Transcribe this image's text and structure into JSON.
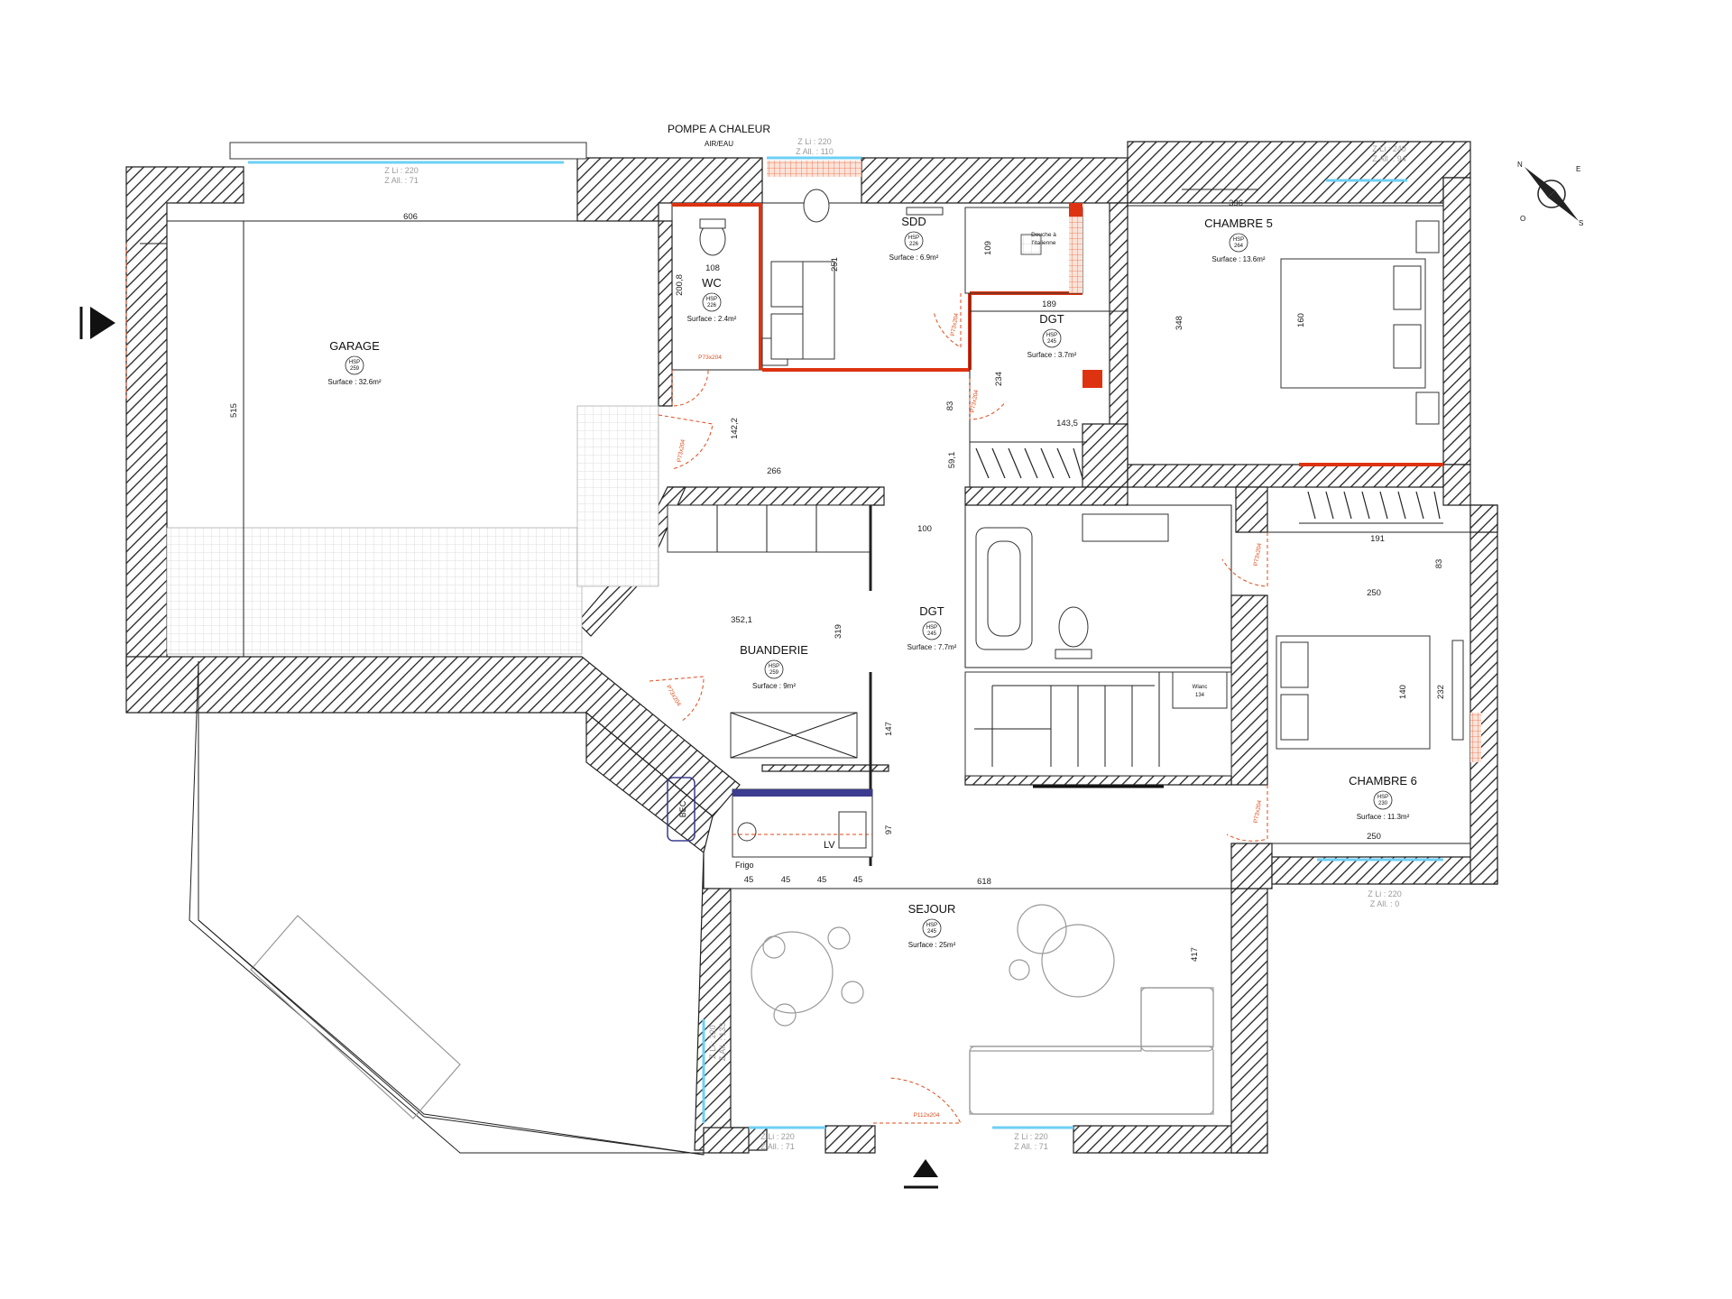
{
  "plan": {
    "top_labels": {
      "heat_pump": "POMPE A CHALEUR",
      "heat_pump_sub": "AIR/EAU"
    },
    "rooms": [
      {
        "key": "garage",
        "name": "GARAGE",
        "hsp": "HSP\n259",
        "surface": "Surface : 32.6m²"
      },
      {
        "key": "wc",
        "name": "WC",
        "hsp": "HSP\n226",
        "surface": "Surface : 2.4m²"
      },
      {
        "key": "sdd",
        "name": "SDD",
        "hsp": "HSP\n226",
        "surface": "Surface : 6.9m²"
      },
      {
        "key": "dgt1",
        "name": "DGT",
        "hsp": "HSP\n245",
        "surface": "Surface : 3.7m²"
      },
      {
        "key": "chambre5",
        "name": "CHAMBRE 5",
        "hsp": "HSP\n264",
        "surface": "Surface : 13.6m²"
      },
      {
        "key": "dgt2",
        "name": "DGT",
        "hsp": "HSP\n245",
        "surface": "Surface : 7.7m²"
      },
      {
        "key": "buanderie",
        "name": "BUANDERIE",
        "hsp": "HSP\n259",
        "surface": "Surface : 9m²"
      },
      {
        "key": "chambre6",
        "name": "CHAMBRE 6",
        "hsp": "HSP\n230",
        "surface": "Surface : 11.3m²"
      },
      {
        "key": "sejour",
        "name": "SEJOUR",
        "hsp": "HSP\n245",
        "surface": "Surface : 25m²"
      }
    ],
    "hsp_prefix": "HSP",
    "hsp_values": [
      "259",
      "226",
      "226",
      "245",
      "264",
      "245",
      "259",
      "230",
      "245"
    ],
    "dimensions": [
      "606",
      "515",
      "108",
      "200,8",
      "251",
      "109",
      "189",
      "396",
      "348",
      "160",
      "234",
      "83",
      "143,5",
      "59,1",
      "142,2",
      "266",
      "100",
      "191",
      "83",
      "250",
      "352,1",
      "319",
      "147",
      "97",
      "140",
      "232",
      "250",
      "618",
      "45",
      "45",
      "45",
      "45",
      "417"
    ],
    "window_tags": [
      {
        "li": "Z Li : 220",
        "all": "Z All. : 71"
      },
      {
        "li": "Z Li : 220",
        "all": "Z All. : 110"
      },
      {
        "li": "Z Li : 240",
        "all": "Z All. : 94"
      },
      {
        "li": "Z Li : 220",
        "all": "Z All. : 0"
      },
      {
        "li": "Z Li : 220",
        "all": "Z All. : 133"
      },
      {
        "li": "Z Li : 220",
        "all": "Z All. : 71"
      },
      {
        "li": "Z Li : 220",
        "all": "Z All. : 71"
      }
    ],
    "door_tags": [
      "P73x204",
      "P73x204",
      "P73x204",
      "P73x204",
      "P73x204",
      "P73x204",
      "P73x204",
      "P112x204"
    ],
    "fixtures": {
      "shower": "Douche à\nl'italienne",
      "shower_l1": "Douche à",
      "shower_l2": "l'italienne",
      "bec": "BEC",
      "lv": "LV",
      "frigo": "Frigo",
      "wc_susp": "Wlanc\n134",
      "wc_susp_l1": "Wlanc",
      "wc_susp_l2": "134"
    },
    "compass": {
      "n": "N",
      "e": "E",
      "s": "S",
      "o": "O"
    },
    "colors": {
      "wall": "#222222",
      "demolition": "#dd3311",
      "window": "#6ecff5",
      "door": "#e24a1a"
    }
  }
}
